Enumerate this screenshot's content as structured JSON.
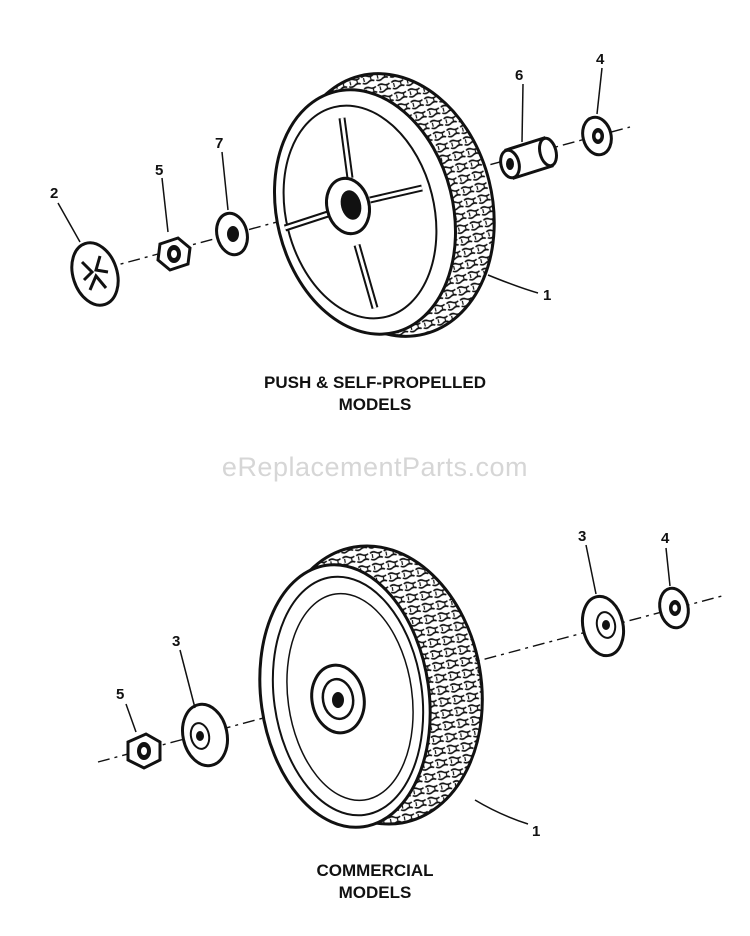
{
  "watermark": "eReplacementParts.com",
  "top_assembly": {
    "caption_line1": "PUSH & SELF-PROPELLED",
    "caption_line2": "MODELS",
    "callouts": {
      "wheel": "1",
      "hub_cap": "2",
      "nut": "5",
      "washer_7": "7",
      "bushing": "6",
      "washer_4": "4"
    }
  },
  "bottom_assembly": {
    "caption_line1": "COMMERCIAL",
    "caption_line2": "MODELS",
    "callouts": {
      "wheel": "1",
      "nut": "5",
      "bearing_left": "3",
      "bearing_right": "3",
      "washer_4": "4"
    }
  }
}
